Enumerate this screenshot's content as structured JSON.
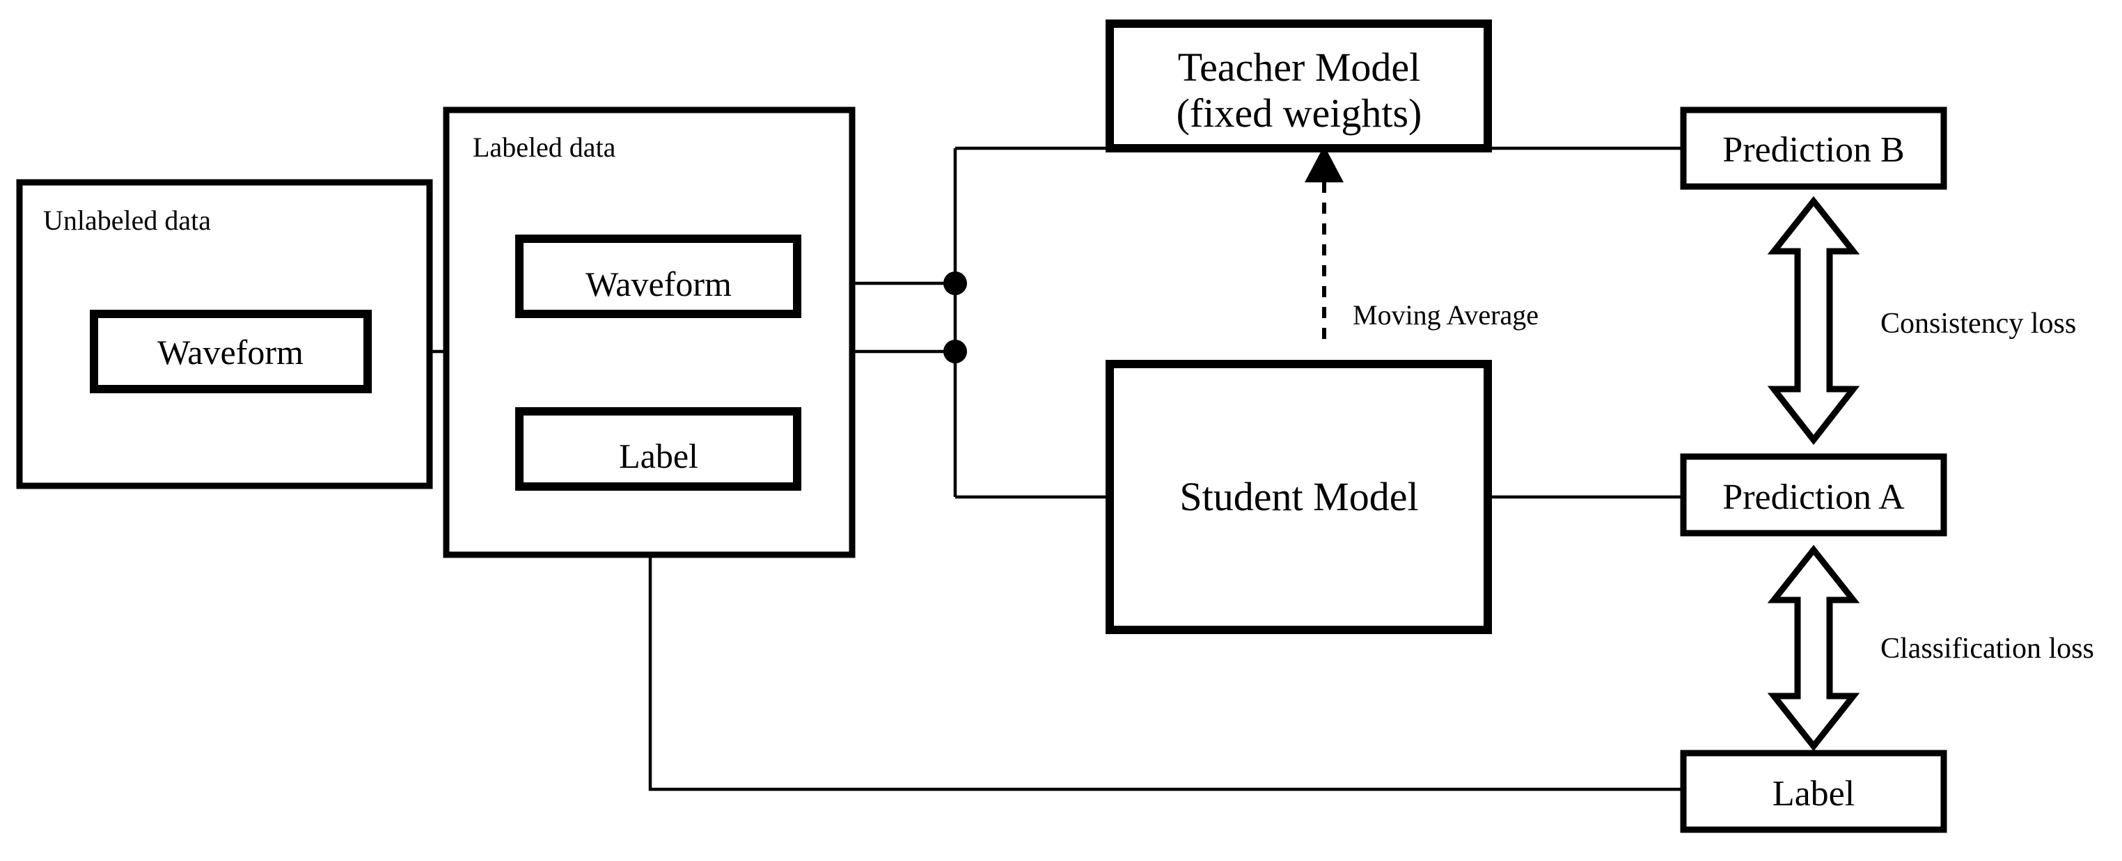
{
  "diagram": {
    "title": "Mean Teacher semi-supervised training diagram",
    "colors": {
      "stroke": "#000000",
      "background": "#ffffff"
    },
    "containers": {
      "unlabeled_data": {
        "label": "Unlabeled data"
      },
      "labeled_data": {
        "label": "Labeled data"
      }
    },
    "nodes": {
      "unlabeled_waveform": {
        "label": "Waveform"
      },
      "labeled_waveform": {
        "label": "Waveform"
      },
      "labeled_label": {
        "label": "Label"
      },
      "teacher_model": {
        "line1": "Teacher Model",
        "line2": "(fixed weights)"
      },
      "student_model": {
        "label": "Student Model"
      },
      "prediction_b": {
        "label": "Prediction B"
      },
      "prediction_a": {
        "label": "Prediction A"
      },
      "ground_truth_label": {
        "label": "Label"
      }
    },
    "edges": {
      "moving_average": {
        "label": "Moving Average",
        "style": "dashed-arrow-up"
      },
      "consistency_loss": {
        "label": "Consistency loss",
        "style": "double-headed-outline-arrow"
      },
      "classification_loss": {
        "label": "Classification loss",
        "style": "double-headed-outline-arrow"
      }
    },
    "junctions": [
      {
        "name": "junction-dot-upper"
      },
      {
        "name": "junction-dot-lower"
      }
    ]
  }
}
